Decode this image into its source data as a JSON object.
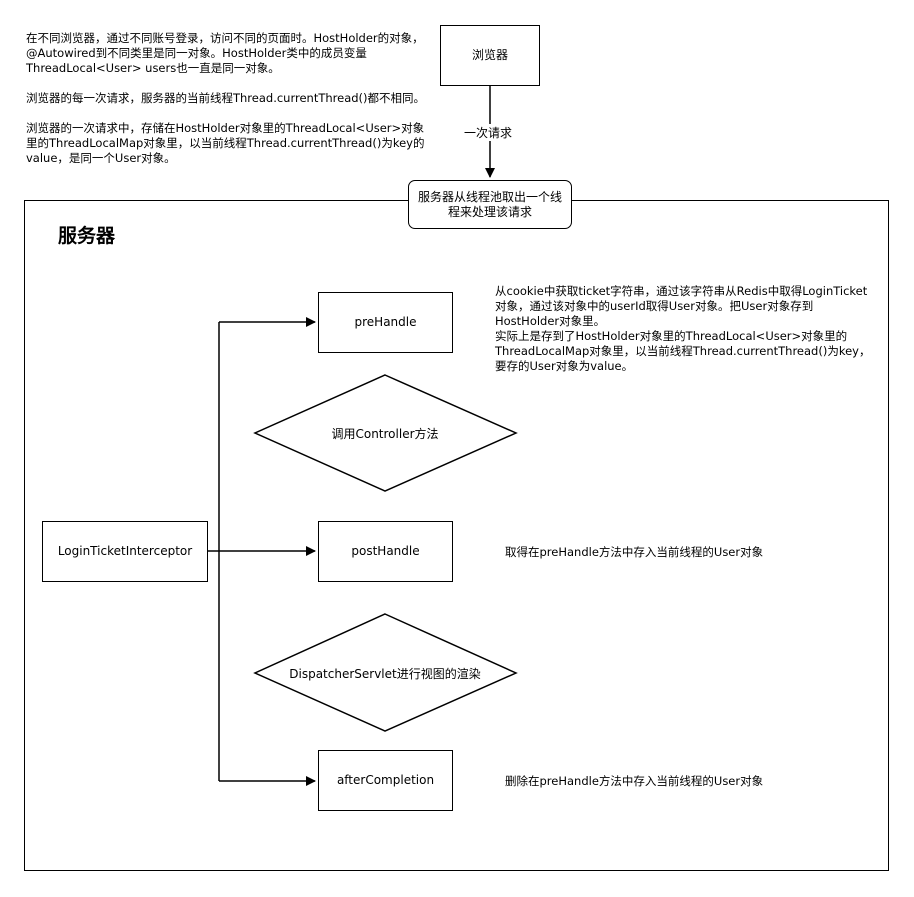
{
  "notes": {
    "top_left": [
      "在不同浏览器，通过不同账号登录，访问不同的页面时。HostHolder的对象，@Autowired到不同类里是同一对象。HostHolder类中的成员变量ThreadLocal<User> users也一直是同一对象。",
      "浏览器的每一次请求，服务器的当前线程Thread.currentThread()都不相同。",
      "浏览器的一次请求中，存储在HostHolder对象里的ThreadLocal<User>对象里的ThreadLocalMap对象里，以当前线程Thread.currentThread()为key的value，是同一个User对象。"
    ],
    "prehandle": "从cookie中获取ticket字符串，通过该字符串从Redis中取得LoginTicket对象，通过该对象中的userId取得User对象。把User对象存到HostHolder对象里。\n实际上是存到了HostHolder对象里的ThreadLocal<User>对象里的ThreadLocalMap对象里，以当前线程Thread.currentThread()为key，要存的User对象为value。",
    "posthandle": "取得在preHandle方法中存入当前线程的User对象",
    "aftercompletion": "删除在preHandle方法中存入当前线程的User对象"
  },
  "nodes": {
    "browser": "浏览器",
    "edge_label": "一次请求",
    "thread_pool": "服务器从线程池取出一个线程来处理该请求",
    "server_title": "服务器",
    "interceptor": "LoginTicketInterceptor",
    "prehandle": "preHandle",
    "controller": "调用Controller方法",
    "posthandle": "postHandle",
    "dispatcher": "DispatcherServlet进行视图的渲染",
    "aftercompletion": "afterCompletion"
  }
}
